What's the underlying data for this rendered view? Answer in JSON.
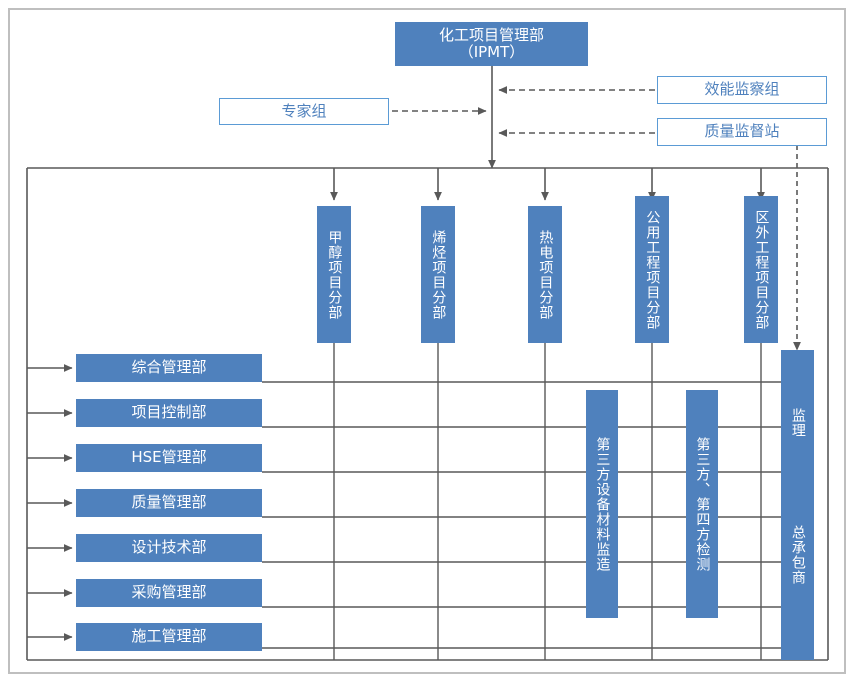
{
  "diagram": {
    "title_node": {
      "label": "化工项目管理部\n（IPMT）"
    },
    "advisory_left": {
      "label": "专家组"
    },
    "advisory_right": [
      {
        "label": "效能监察组"
      },
      {
        "label": "质量监督站"
      }
    ],
    "project_divisions": [
      {
        "label": "甲醇项目分部"
      },
      {
        "label": "烯烃项目分部"
      },
      {
        "label": "热电项目分部"
      },
      {
        "label": "公用工程项目分部"
      },
      {
        "label": "区外工程项目分部"
      }
    ],
    "functional_departments": [
      {
        "label": "综合管理部"
      },
      {
        "label": "项目控制部"
      },
      {
        "label": "HSE管理部"
      },
      {
        "label": "质量管理部"
      },
      {
        "label": "设计技术部"
      },
      {
        "label": "采购管理部"
      },
      {
        "label": "施工管理部"
      }
    ],
    "third_party_nodes": [
      {
        "label": "第三方设备材料监造"
      },
      {
        "label": "第三方、第四方检测"
      }
    ],
    "contractor_column": {
      "upper_label": "监理",
      "lower_label": "总承包商"
    },
    "colors": {
      "fill": "#4f81bd",
      "outline_border": "#5b9bd5",
      "outline_text": "#4f81bd",
      "line": "#595959",
      "frame": "#a6a6a6",
      "background": "#ffffff"
    }
  }
}
